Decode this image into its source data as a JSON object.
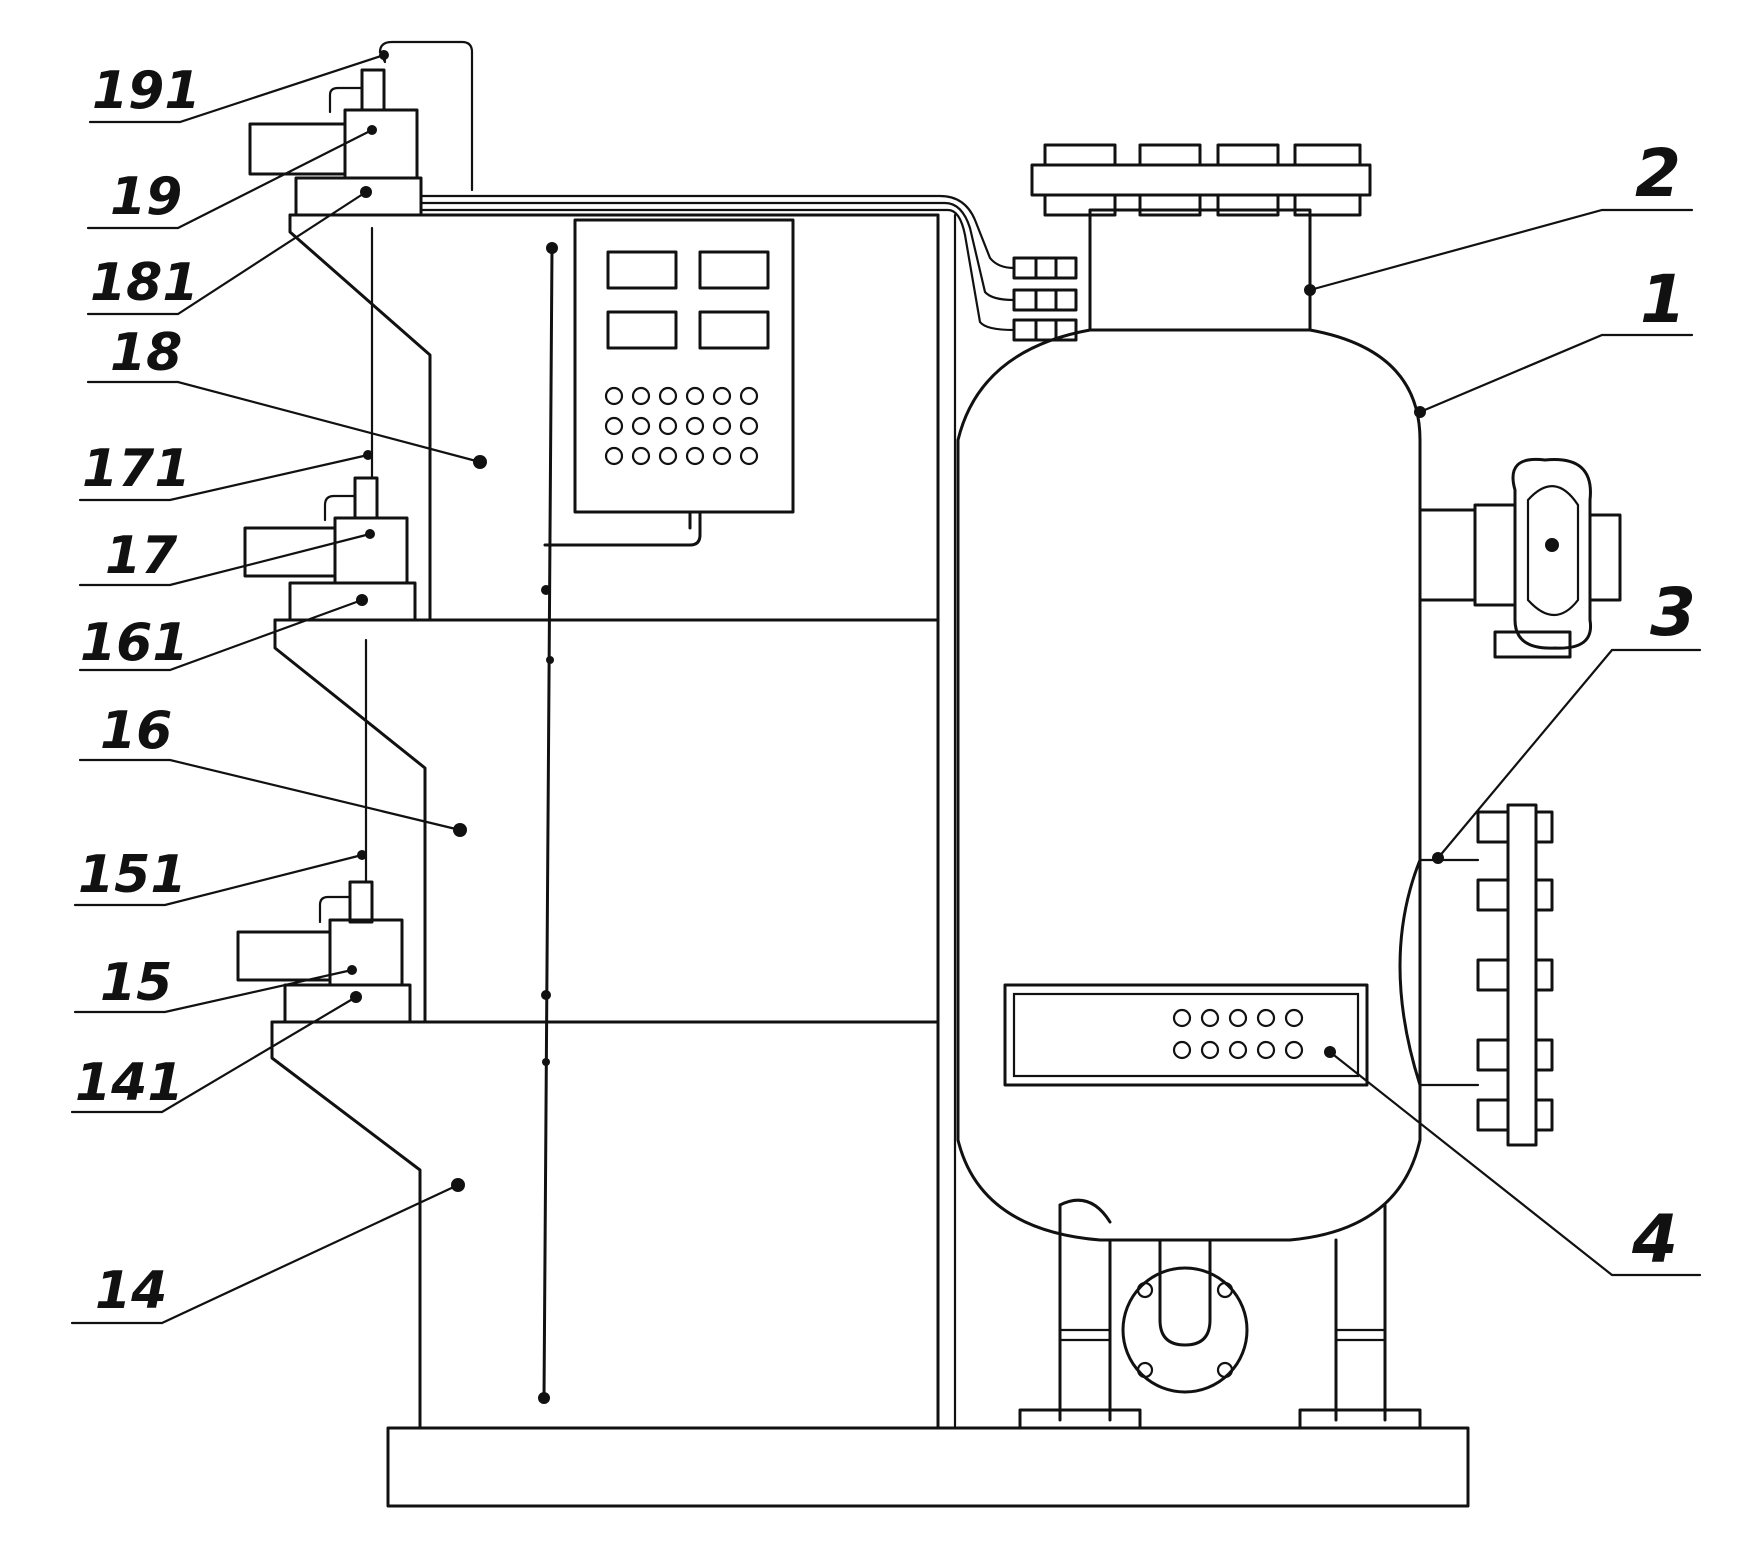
{
  "labels": {
    "l191": "191",
    "l19": "19",
    "l181": "181",
    "l18": "18",
    "l171": "171",
    "l17": "17",
    "l161": "161",
    "l16": "16",
    "l151": "151",
    "l15": "15",
    "l141": "141",
    "l14": "14",
    "l2": "2",
    "l1": "1",
    "l3": "3",
    "l4": "4"
  },
  "colors": {
    "stroke": "#111111",
    "background": "#ffffff"
  }
}
